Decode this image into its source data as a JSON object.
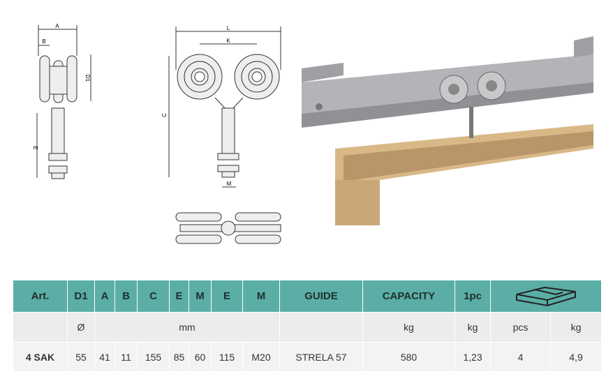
{
  "drawing_labels": {
    "a": "A",
    "b": "B",
    "d1": "D1",
    "e": "E",
    "l": "L",
    "k": "K",
    "c": "C",
    "m": "M"
  },
  "table": {
    "headers": [
      "Art.",
      "D1",
      "A",
      "B",
      "C",
      "E",
      "M",
      "E",
      "M",
      "GUIDE",
      "CAPACITY",
      "1pc"
    ],
    "package_icon": "box-icon",
    "units": {
      "d1": "Ø",
      "mm": "mm",
      "capacity": "kg",
      "weight": "kg",
      "pcs": "pcs",
      "pkg_weight": "kg"
    },
    "row": [
      "4 SAK",
      "55",
      "41",
      "11",
      "155",
      "85",
      "60",
      "115",
      "M20",
      "STRELA 57",
      "580",
      "1,23",
      "4",
      "4,9"
    ]
  },
  "colors": {
    "header": "#5aaea5",
    "wood": "#c9a777",
    "rail": "#a9aaad"
  }
}
